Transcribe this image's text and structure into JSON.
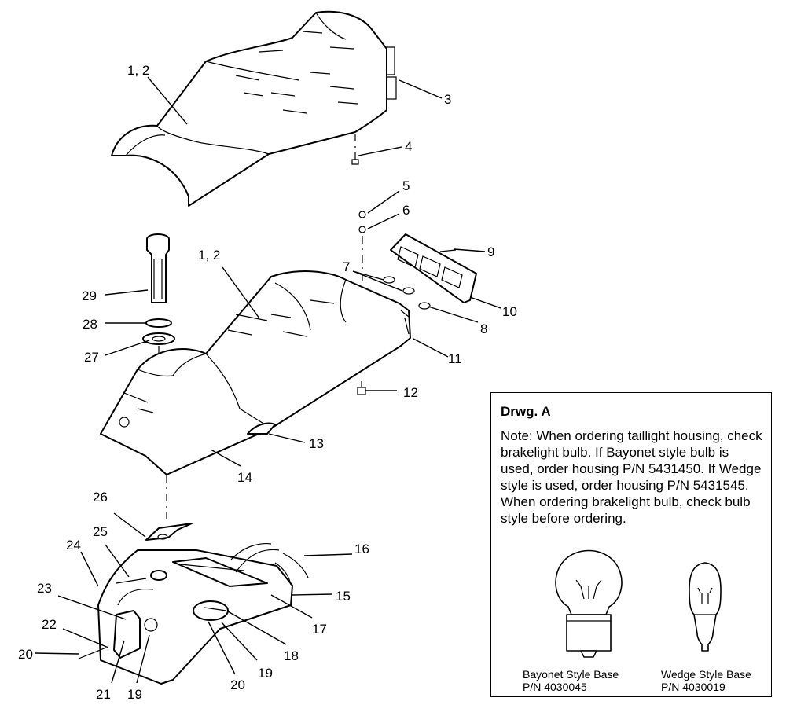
{
  "callouts": {
    "c1_2_top": "1, 2",
    "c3": "3",
    "c4": "4",
    "c5": "5",
    "c6": "6",
    "c9": "9",
    "c1_2_mid": "1, 2",
    "c7": "7",
    "c29": "29",
    "c10": "10",
    "c28": "28",
    "c8": "8",
    "c27": "27",
    "c11": "11",
    "c12": "12",
    "c13": "13",
    "c14": "14",
    "c26": "26",
    "c16": "16",
    "c24": "24",
    "c25": "25",
    "c15": "15",
    "c23": "23",
    "c17": "17",
    "c22": "22",
    "c18": "18",
    "c20_left": "20",
    "c19_mid": "19",
    "c20_mid": "20",
    "c21": "21",
    "c19_bot": "19"
  },
  "drwg": {
    "title": "Drwg. A",
    "note": "Note: When ordering taillight housing, check brakelight bulb.  If Bayonet style bulb is  used, order housing P/N 5431450.  If Wedge style is used, order housing P/N 5431545.  When ordering brakelight bulb, check bulb style before ordering.",
    "bayonet_line1": "Bayonet Style Base",
    "bayonet_line2": "P/N 4030045",
    "wedge_line1": "Wedge Style Base",
    "wedge_line2": "P/N 4030019"
  }
}
